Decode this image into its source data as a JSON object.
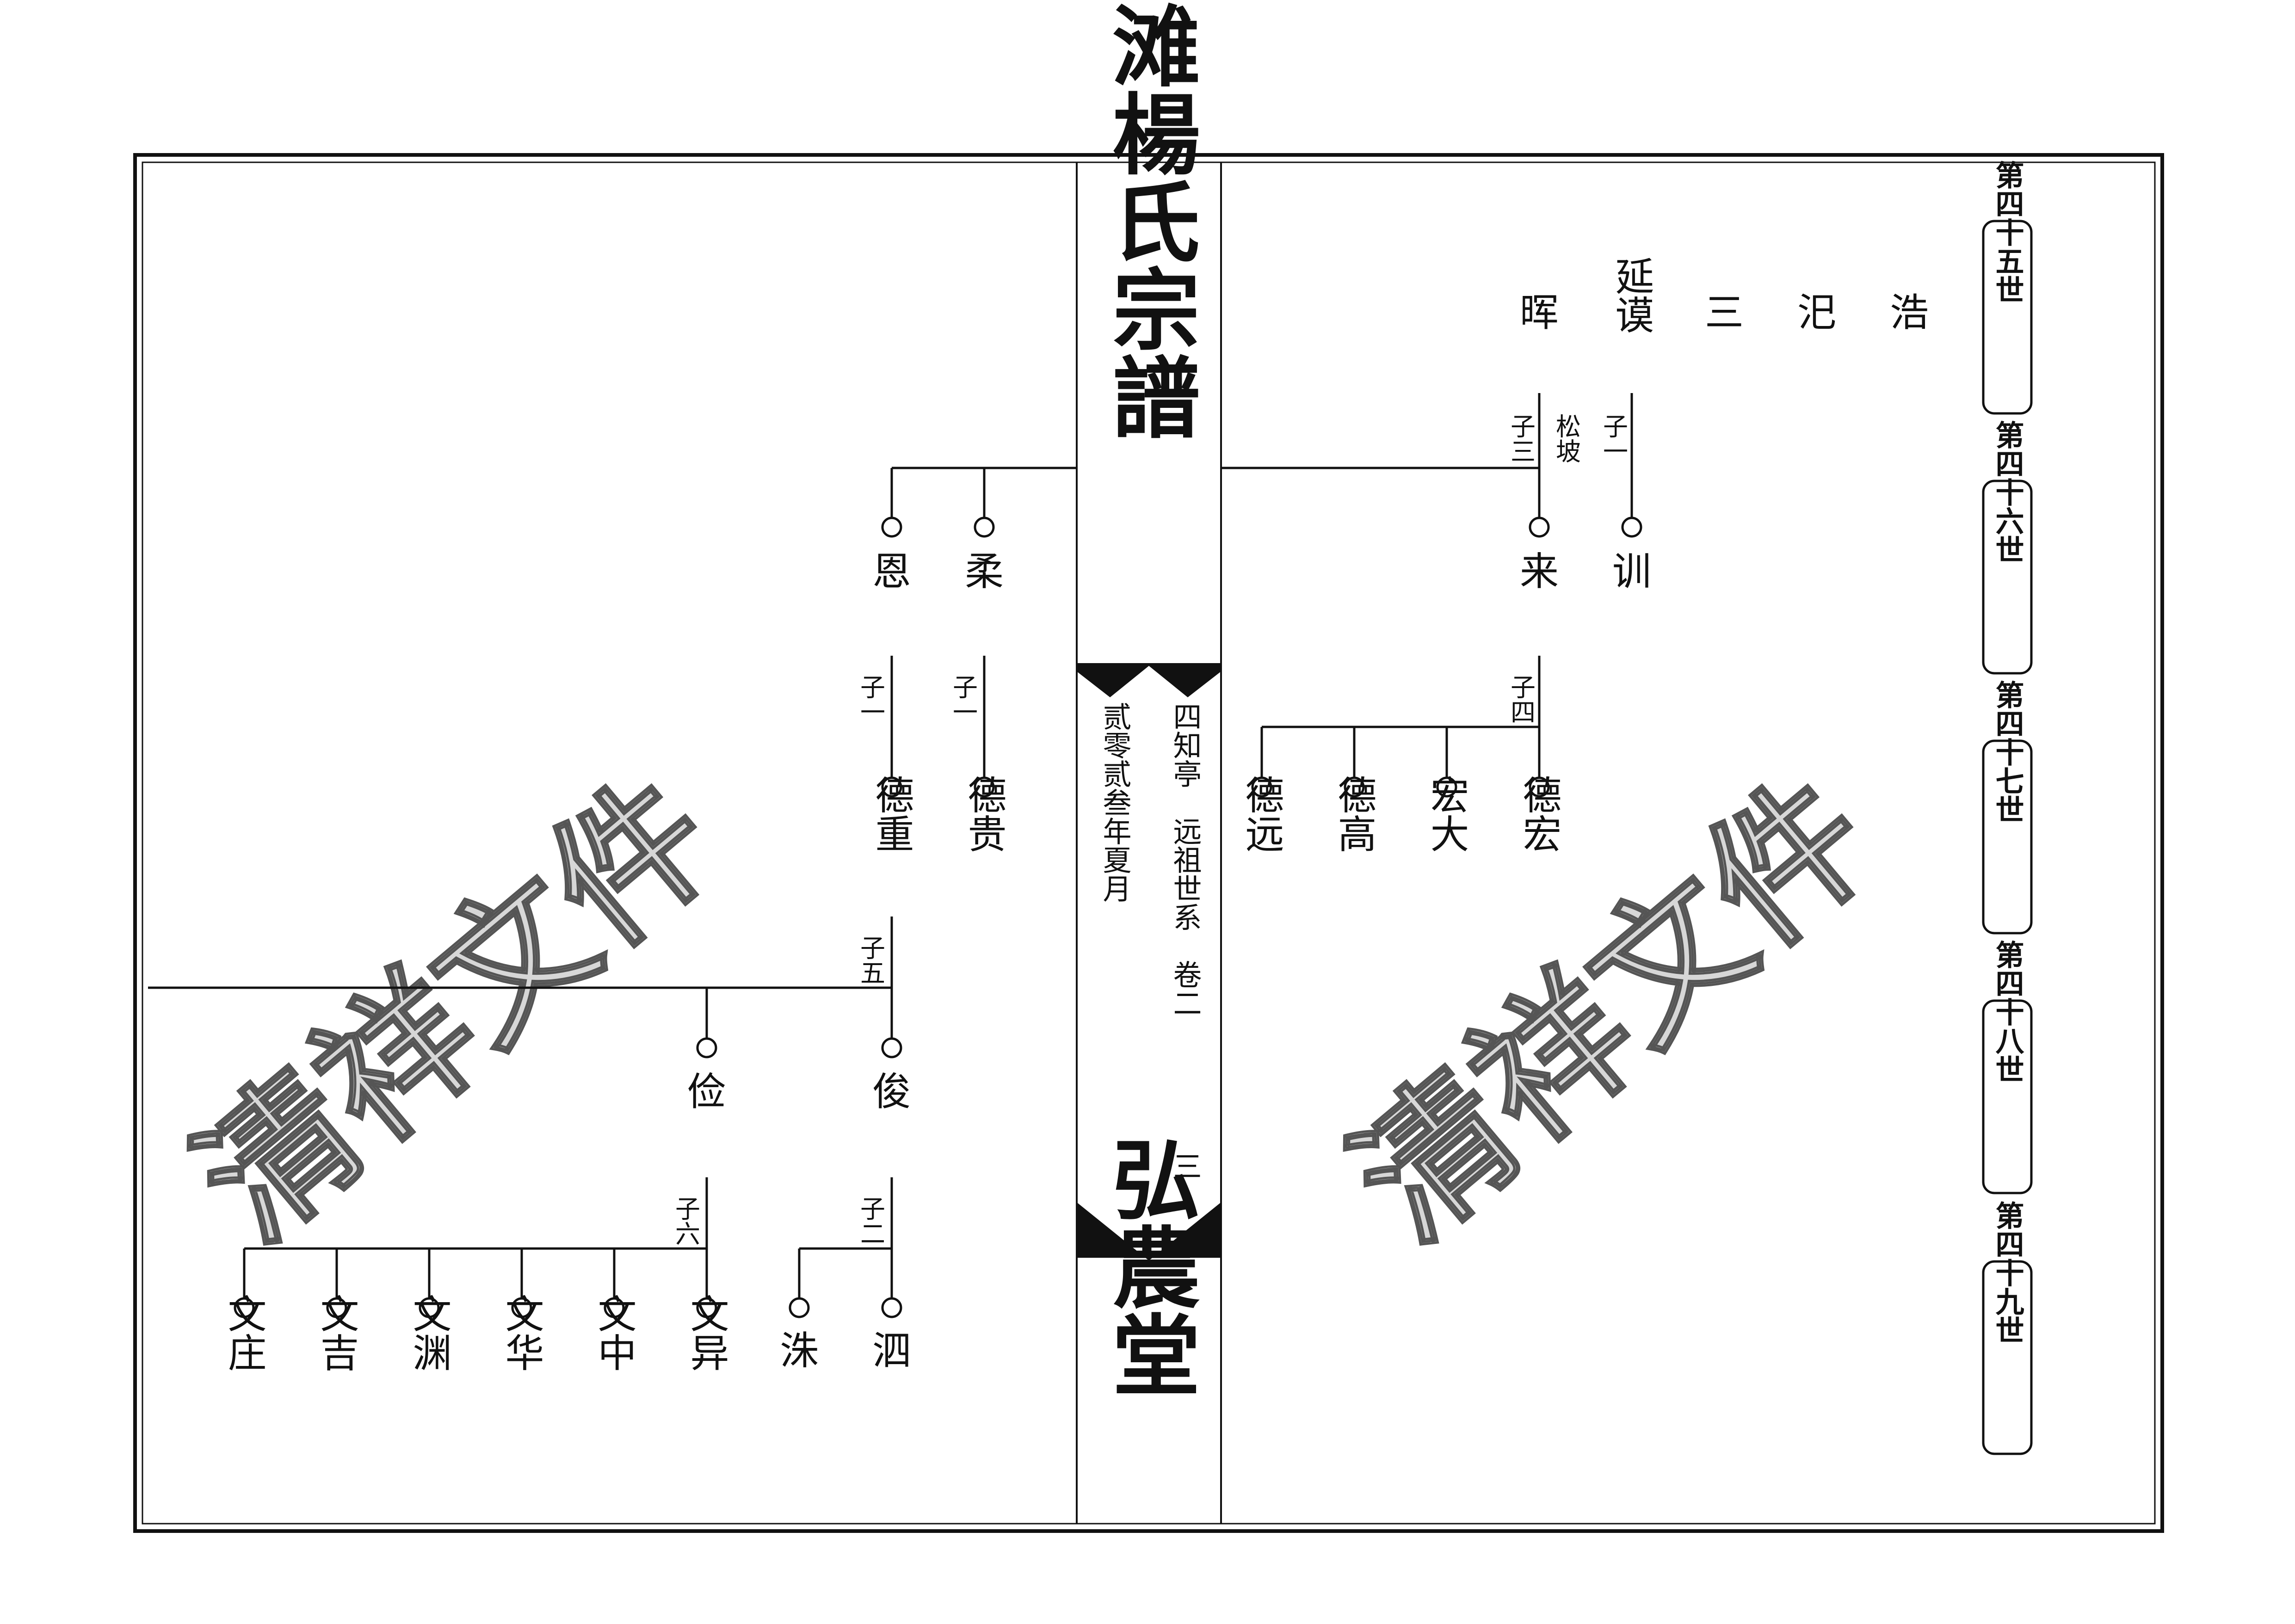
{
  "spine": {
    "title": "剑滩楊氏宗譜",
    "hall": "弘農堂",
    "volume_info": "四知亭　远祖世系　卷二",
    "page_number": "三",
    "date": "贰零贰叁年夏月"
  },
  "watermark": "清祥文件",
  "generations": [
    "第四十五世",
    "第四十六世",
    "第四十七世",
    "第四十八世",
    "第四十九世"
  ],
  "right_page": {
    "ancestors": [
      "浩",
      "汜",
      "三",
      "延谟",
      "晖"
    ],
    "notes": {
      "left": "子三",
      "middle": "松坡",
      "right": "子一"
    },
    "gen46": [
      "训",
      "来"
    ],
    "child_counts": {
      "xun": "子一",
      "lai": "子四"
    },
    "gen47": [
      "德宏",
      "宏大",
      "德高",
      "德远"
    ]
  },
  "left_page": {
    "gen46": [
      "柔",
      "恩"
    ],
    "child_counts": {
      "rou": "子一",
      "en": "子一",
      "dezhong": "子五",
      "jun": "子二",
      "jian": "子六"
    },
    "gen47": [
      "德贵",
      "德重"
    ],
    "gen48": [
      "俊",
      "俭"
    ],
    "gen49_jun": [
      "泗",
      "洙"
    ],
    "gen49_jian": [
      "文异",
      "文中",
      "文华",
      "文渊",
      "文吉",
      "文庄"
    ]
  }
}
